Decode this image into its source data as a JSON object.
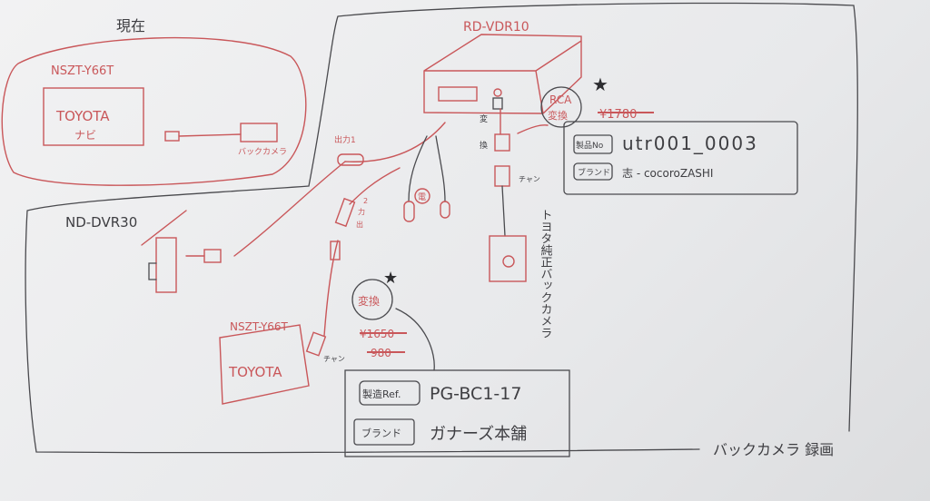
{
  "colors": {
    "red_ink": "#c9575a",
    "pencil": "#4a4a4e",
    "paper": "#eeeff0"
  },
  "current": {
    "title": "現在",
    "nav_model": "NSZT-Y66T",
    "nav_brand": "TOYOTA",
    "nav_sub": "ナビ",
    "camera_label": "バックカメラ"
  },
  "dashcam": {
    "model": "ND-DVR30"
  },
  "recorder": {
    "model": "RD-VDR10",
    "output1": "出力1",
    "output2_a": "出",
    "output2_b": "力",
    "output2_c": "2",
    "power": "電",
    "convert_a": "変",
    "convert_b": "換",
    "connector": "チャン",
    "camera_label": "トヨタ純正バックカメラ"
  },
  "rca_adapter": {
    "badge_top": "RCA",
    "badge_bottom": "変換",
    "old_price": "¥1780",
    "product_label": "製品No",
    "product_value": "utr001_0003",
    "brand_label": "ブランド",
    "brand_value": "志 - cocoroZASHI"
  },
  "nav_adapter": {
    "nav_model": "NSZT-Y66T",
    "nav_brand": "TOYOTA",
    "connector": "チャン",
    "badge": "変換",
    "old_price_1": "¥1650",
    "old_price_2": "980",
    "ref_label": "製造Ref.",
    "ref_value": "PG-BC1-17",
    "brand_label": "ブランド",
    "brand_value": "ガナーズ本舗"
  },
  "footer": {
    "caption": "バックカメラ 録画"
  }
}
